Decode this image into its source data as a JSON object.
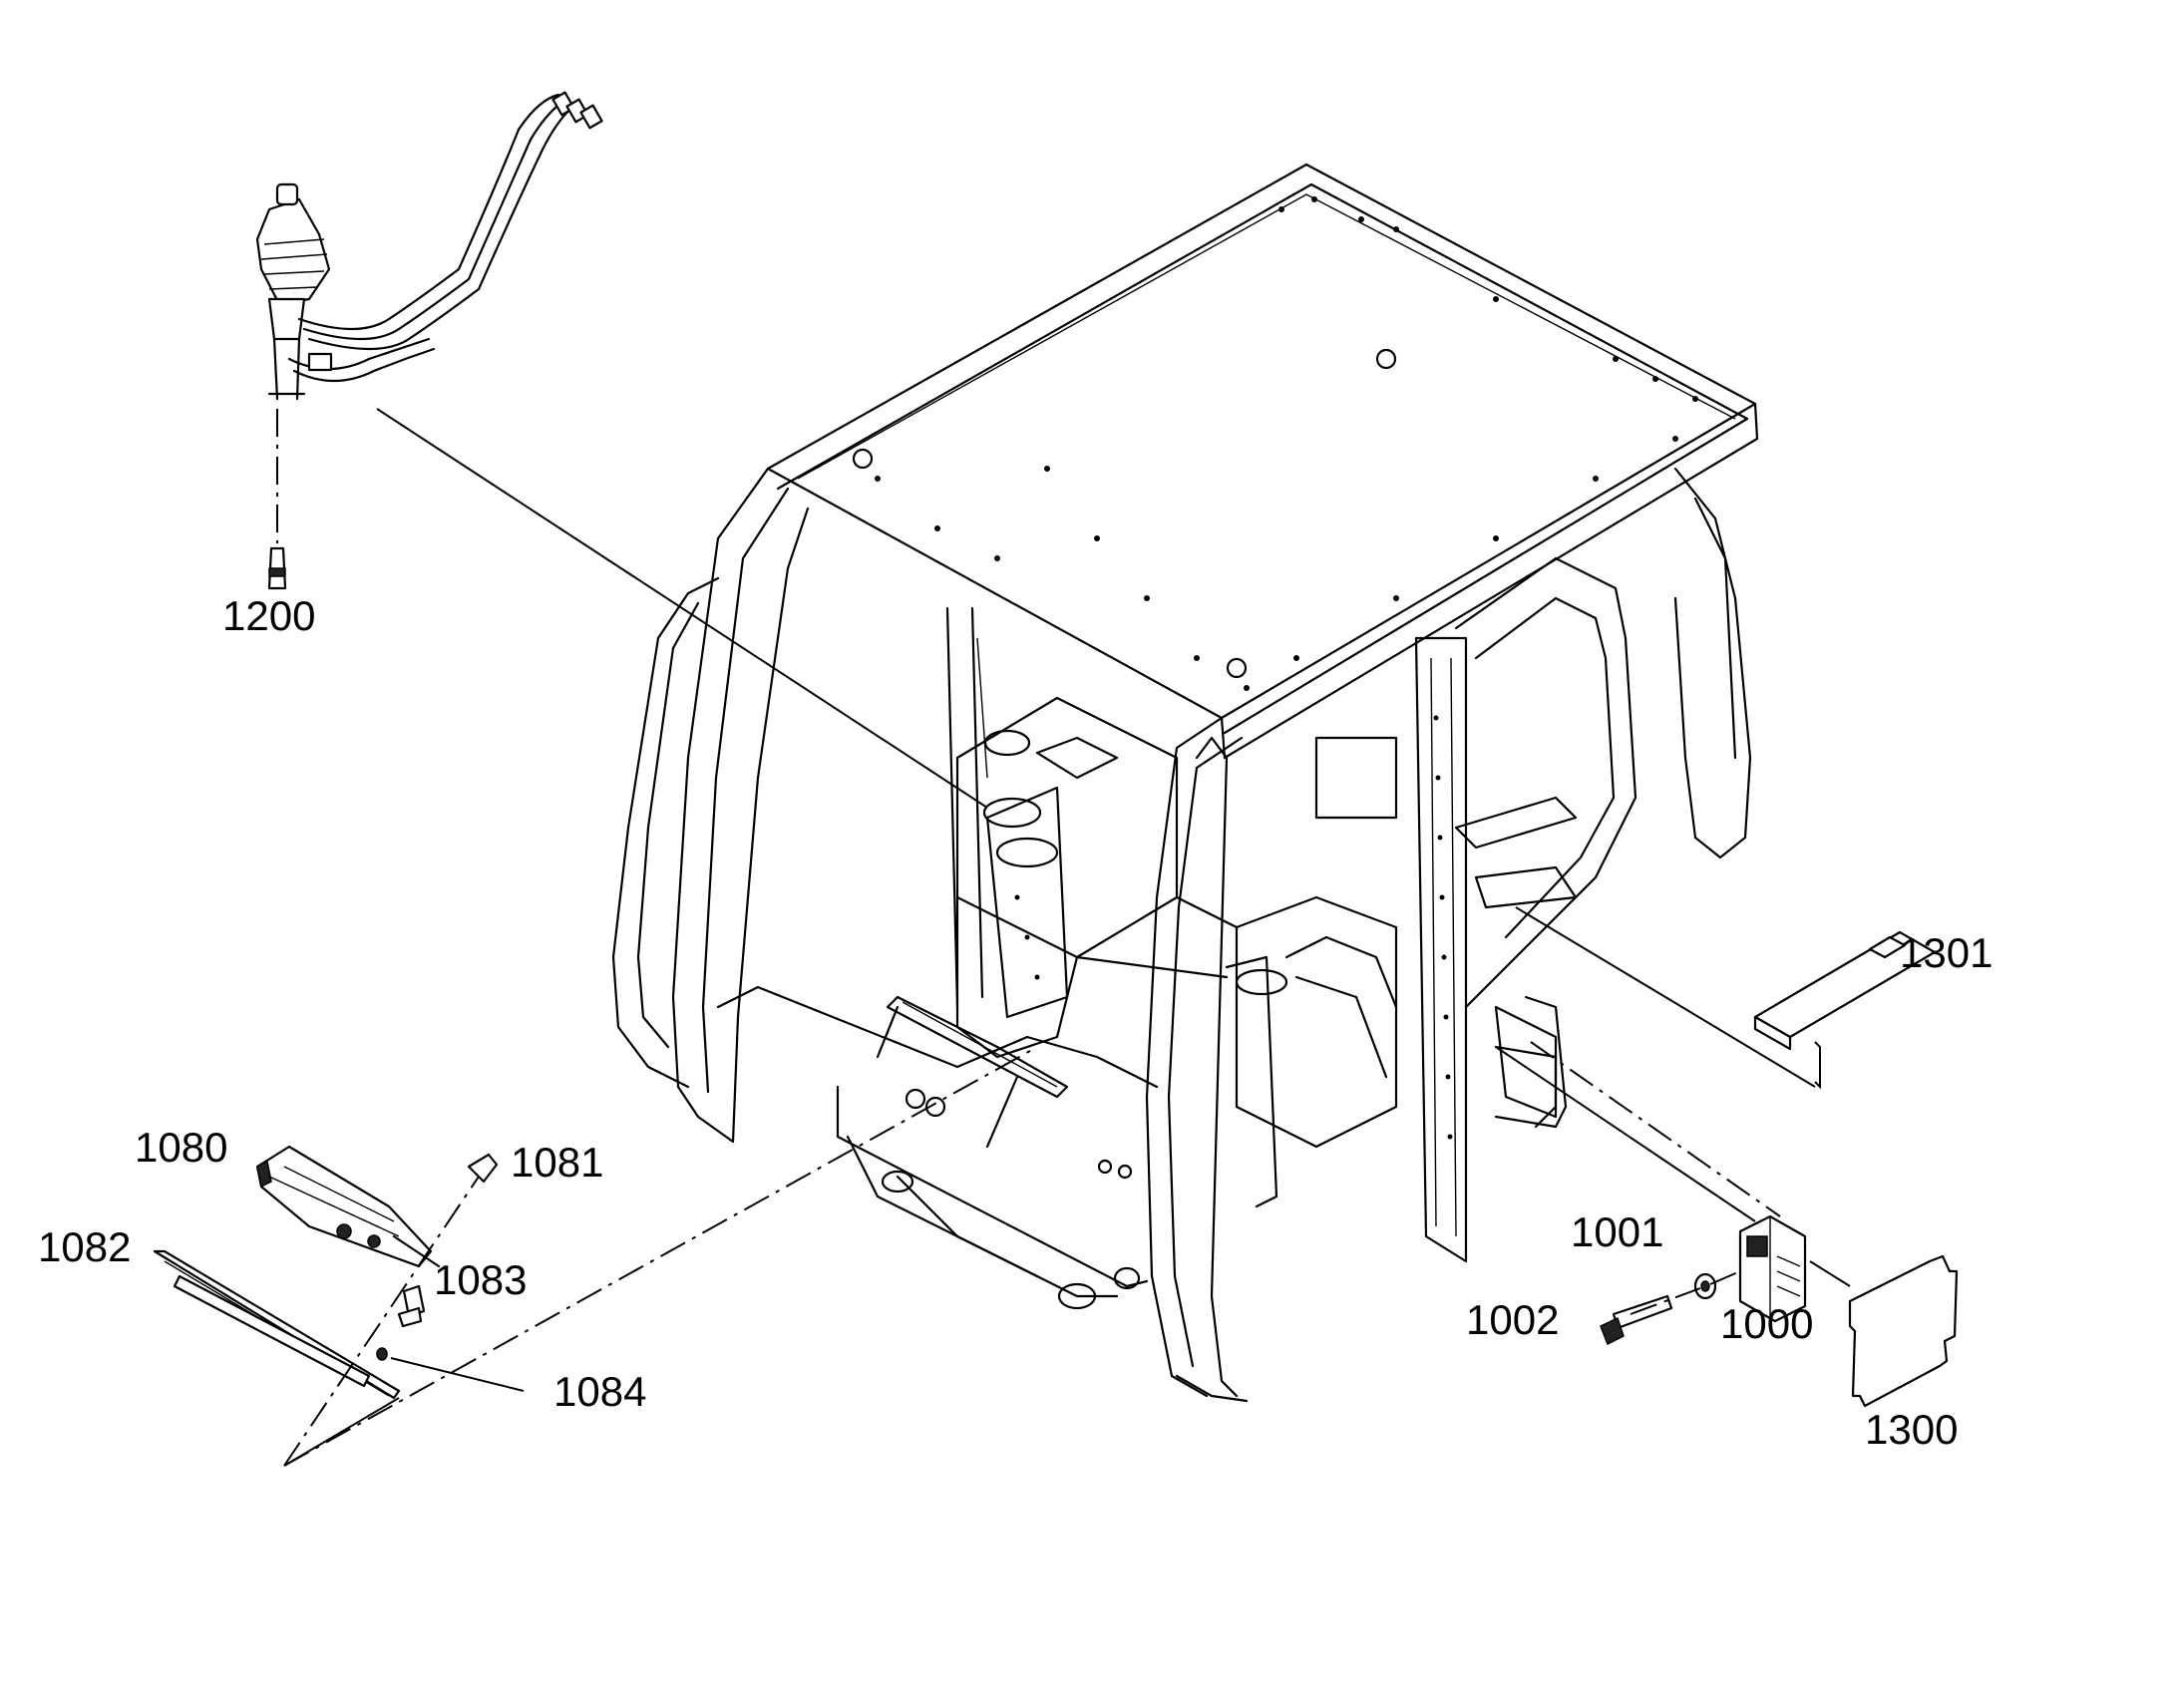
{
  "diagram": {
    "labels": {
      "p1200": "1200",
      "p1301": "1301",
      "p1080": "1080",
      "p1081": "1081",
      "p1082": "1082",
      "p1083": "1083",
      "p1084": "1084",
      "p1001": "1001",
      "p1002": "1002",
      "p1000": "1000",
      "p1300": "1300"
    }
  }
}
